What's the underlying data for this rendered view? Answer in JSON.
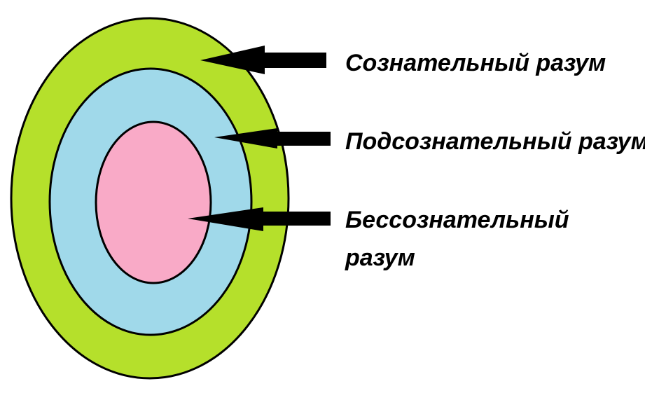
{
  "diagram": {
    "layers": [
      {
        "id": "conscious",
        "label": "Сознательный разум",
        "color": "#b5e02b"
      },
      {
        "id": "subconscious",
        "label": "Подсознательный разум",
        "color": "#a0d9ea"
      },
      {
        "id": "unconscious",
        "label_line1": "Бессознательный",
        "label_line2": "разум",
        "color": "#f9aac7"
      }
    ],
    "outline_color": "#000000"
  }
}
